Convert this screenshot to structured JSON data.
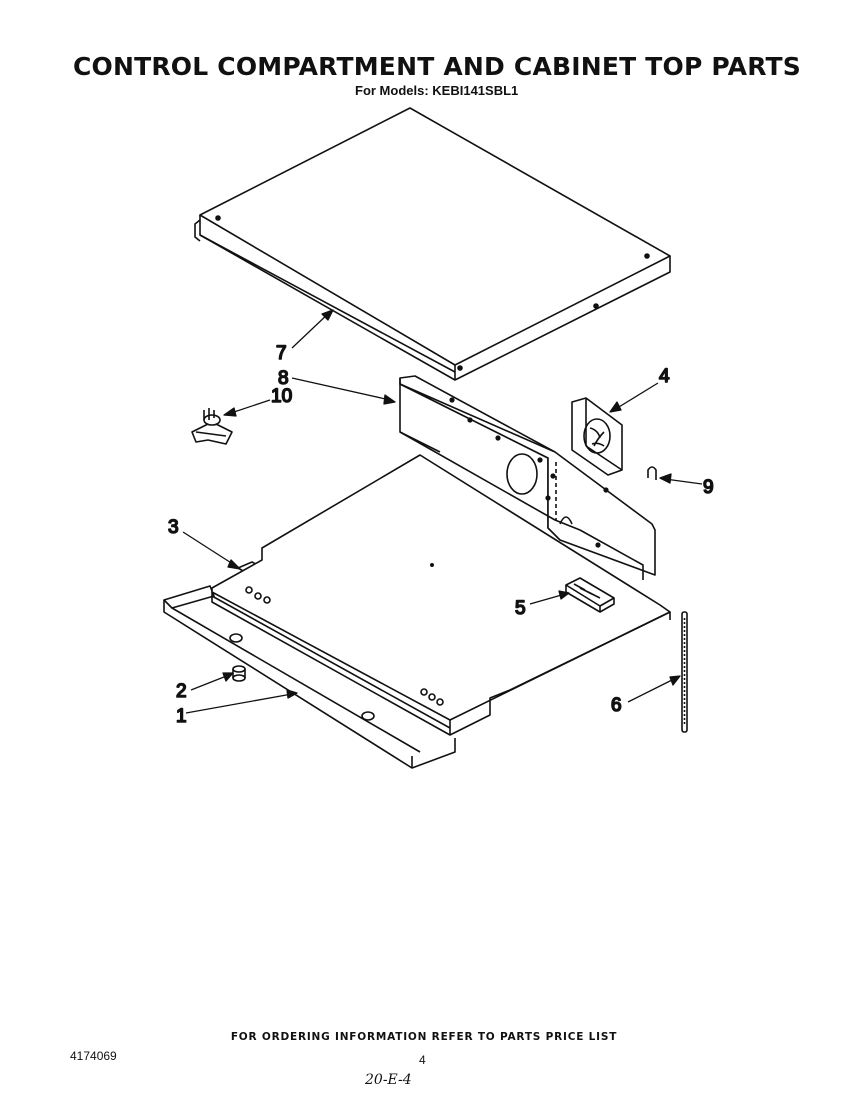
{
  "header": {
    "title": "CONTROL COMPARTMENT AND CABINET TOP PARTS",
    "subtitle": "For Models: KEBI141SBL1"
  },
  "callouts": {
    "c1": "1",
    "c2": "2",
    "c3": "3",
    "c4": "4",
    "c5": "5",
    "c6": "6",
    "c7": "7",
    "c8": "8",
    "c9": "9",
    "c10": "10"
  },
  "footer": {
    "note": "FOR ORDERING INFORMATION REFER TO PARTS PRICE LIST",
    "doc_number": "4174069",
    "page_number": "4",
    "handwritten": "20-E-4"
  }
}
